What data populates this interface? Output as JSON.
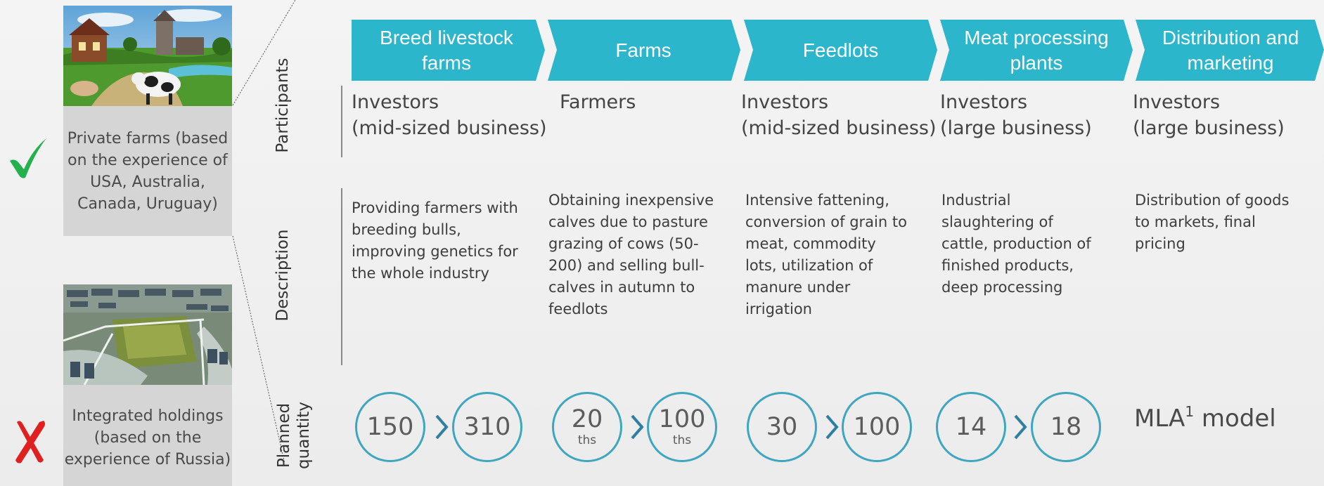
{
  "left_panel": {
    "private_farms_caption": "Private farms (based on the experience of USA, Australia, Canada, Uruguay)",
    "integrated_holdings_caption": "Integrated holdings (based on the experience of Russia)",
    "approved_mark_color": "#22b14c",
    "rejected_mark_color": "#e02020"
  },
  "row_labels": {
    "participants": "Participants",
    "description": "Description",
    "planned_quantity_line1": "Planned",
    "planned_quantity_line2": "quantity"
  },
  "colors": {
    "chevron": "#2bb6cb",
    "circle_border": "#3fa6c0",
    "arrow": "#2f7fa3"
  },
  "stages": [
    {
      "title_line1": "Breed livestock",
      "title_line2": "farms",
      "participant_line1": "Investors",
      "participant_line2": "(mid-sized business)",
      "description_lines": [
        "Providing farmers with",
        "breeding bulls,",
        "improving genetics for",
        "the whole industry"
      ],
      "planned_from": "150",
      "planned_from_unit": "",
      "planned_to": "310",
      "planned_to_unit": ""
    },
    {
      "title_line1": "Farms",
      "title_line2": "",
      "participant_line1": "Farmers",
      "participant_line2": "",
      "description_lines": [
        "Obtaining inexpensive",
        "calves due to pasture",
        "grazing of cows (50-",
        "200) and selling bull-",
        "calves in autumn to",
        "feedlots"
      ],
      "planned_from": "20",
      "planned_from_unit": "ths",
      "planned_to": "100",
      "planned_to_unit": "ths"
    },
    {
      "title_line1": "Feedlots",
      "title_line2": "",
      "participant_line1": "Investors",
      "participant_line2": "(mid-sized business)",
      "description_lines": [
        "Intensive fattening,",
        "conversion of grain to",
        "meat, commodity",
        "lots, utilization of",
        "manure under",
        "irrigation"
      ],
      "planned_from": "30",
      "planned_from_unit": "",
      "planned_to": "100",
      "planned_to_unit": ""
    },
    {
      "title_line1": "Meat processing",
      "title_line2": "plants",
      "participant_line1": "Investors",
      "participant_line2": "(large business)",
      "description_lines": [
        "Industrial",
        "slaughtering of",
        "cattle, production of",
        "finished products,",
        "deep processing"
      ],
      "planned_from": "14",
      "planned_from_unit": "",
      "planned_to": "18",
      "planned_to_unit": ""
    },
    {
      "title_line1": "Distribution and",
      "title_line2": "marketing",
      "participant_line1": "Investors",
      "participant_line2": "(large business)",
      "description_lines": [
        "Distribution of goods",
        "to markets, final",
        "pricing"
      ],
      "planned_text": "MLA",
      "planned_superscript": "1",
      "planned_suffix": " model"
    }
  ]
}
